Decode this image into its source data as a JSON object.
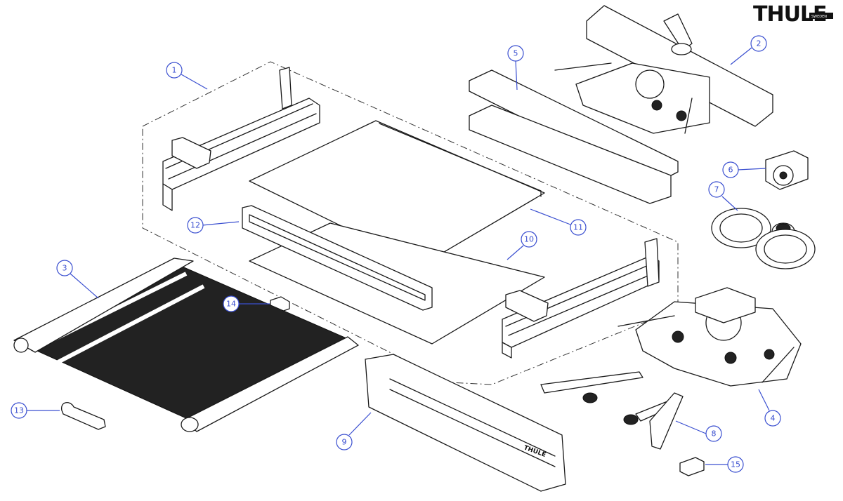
{
  "brand": {
    "logo_text": "THULE",
    "logo_subtext": "SWEDEN",
    "color": "#111111"
  },
  "callout_color": "#3a4fd0",
  "callouts": [
    "1",
    "2",
    "3",
    "4",
    "5",
    "6",
    "7",
    "8",
    "9",
    "10",
    "11",
    "12",
    "13",
    "14",
    "15"
  ],
  "step_label": "THULE"
}
